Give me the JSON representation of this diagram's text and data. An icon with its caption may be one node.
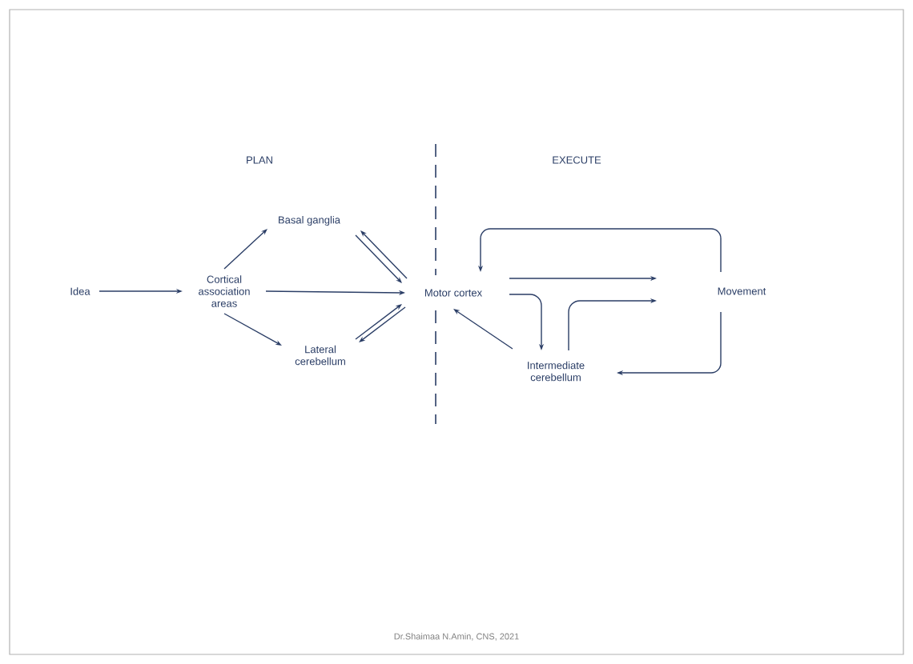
{
  "diagram": {
    "nodes": [
      {
        "text": [
          "Idea"
        ]
      },
      {
        "text": [
          "Cortical association areas"
        ]
      },
      {
        "text": [
          "Basal ganglia"
        ]
      },
      {
        "text": [
          "Lateral cerebellum"
        ]
      },
      {
        "text": [
          "Motor cortex"
        ]
      },
      {
        "text": [
          "Movement"
        ]
      },
      {
        "text": [
          "Intermediate cerebellum"
        ]
      }
    ],
    "edges": [
      {
        "from": 0,
        "to": 1,
        "arrow": "to"
      },
      {
        "from": 1,
        "to": 2,
        "arrow": "to"
      },
      {
        "from": 1,
        "to": 4,
        "arrow": "to"
      },
      {
        "from": 1,
        "to": 3,
        "arrow": "to"
      },
      {
        "from": 2,
        "to": 4,
        "arrow": "to"
      },
      {
        "from": 4,
        "to": 2,
        "arrow": "to"
      },
      {
        "from": 3,
        "to": 4,
        "arrow": "to"
      },
      {
        "from": 4,
        "to": 3,
        "arrow": "to"
      },
      {
        "from": 4,
        "to": 5,
        "arrow": "to"
      },
      {
        "from": 4,
        "to": 6,
        "arrow": "to"
      },
      {
        "from": 6,
        "to": 5,
        "arrow": "to"
      },
      {
        "from": 5,
        "to": 4,
        "arrow": "to"
      },
      {
        "from": 5,
        "to": 6,
        "arrow": "to"
      },
      {
        "from": 6,
        "to": 4,
        "arrow": "to"
      }
    ],
    "labels": [
      "PLAN",
      "EXECUTE",
      "Dr.Shaimaa N.Amin, CNS, 2021"
    ]
  }
}
